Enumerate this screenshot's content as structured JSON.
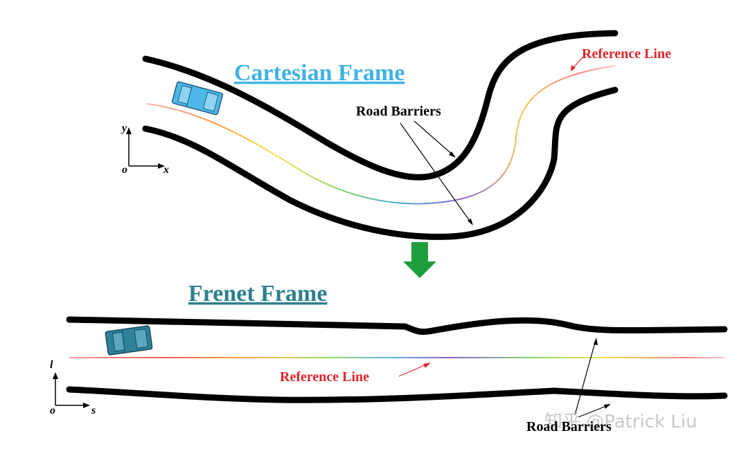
{
  "cartesian": {
    "title": "Cartesian Frame",
    "reference_line_label": "Reference Line",
    "road_barriers_label": "Road Barriers",
    "axes": {
      "origin": "o",
      "x": "x",
      "y": "y"
    }
  },
  "frenet": {
    "title": "Frenet Frame",
    "reference_line_label": "Reference Line",
    "road_barriers_label": "Road Barriers",
    "axes": {
      "origin": "o",
      "x": "s",
      "y": "l"
    }
  },
  "watermark": "知乎 @Patrick Liu",
  "colors": {
    "cartesian_title": "#3fb3e6",
    "frenet_title": "#2e7f8c",
    "reference_label": "#e0262a",
    "transform_arrow": "#1e9e3a",
    "car_cartesian": "#4db8e8",
    "car_frenet": "#2e8199",
    "barrier": "#000000"
  }
}
